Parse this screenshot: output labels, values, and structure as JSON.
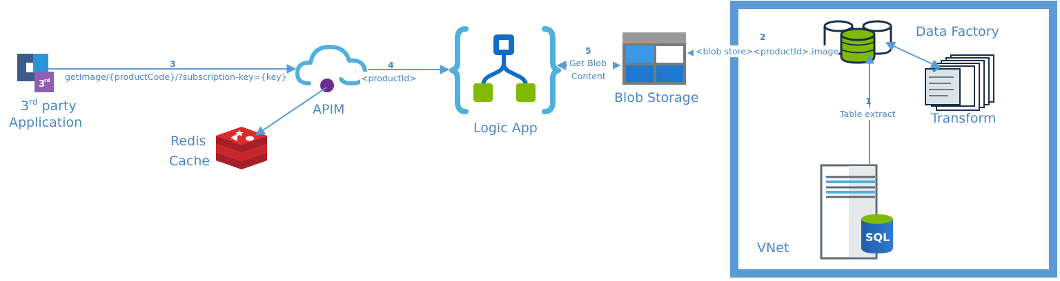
{
  "nodes": {
    "third_party": {
      "line1_pre": "3",
      "line1_sup": "rd",
      "line1_post": " party",
      "line2": "Application",
      "badge_num": "3",
      "badge_sup": "rd"
    },
    "apim": {
      "label": "APIM"
    },
    "redis": {
      "line1": "Redis",
      "line2": "Cache"
    },
    "logic_app": {
      "label": "Logic App"
    },
    "blob_storage": {
      "label": "Blob Storage"
    },
    "data_factory": {
      "label": "Data Factory"
    },
    "transform": {
      "label": "Transform"
    },
    "vnet": {
      "label": "VNet"
    },
    "sql": {
      "label": "SQL"
    }
  },
  "steps": {
    "s1": {
      "num": "1",
      "text": "Table extract"
    },
    "s2": {
      "num": "2",
      "text": "<blob store><productId>.image"
    },
    "s3": {
      "num": "3",
      "text": "getImage/{productCode}/?subscription-key={key}"
    },
    "s4": {
      "num": "4",
      "text": "<productId>"
    },
    "s5": {
      "num": "5",
      "line1": "Get Blob",
      "line2": "Content"
    }
  },
  "colors": {
    "accent": "#4a86c5",
    "arrow": "#5b9bd5",
    "vnet_border": "#5b9bd5",
    "logic_brace": "#4fb0dc",
    "logic_green": "#7fba00",
    "redis_red": "#c8262c",
    "sql_blue": "#2563b0"
  }
}
